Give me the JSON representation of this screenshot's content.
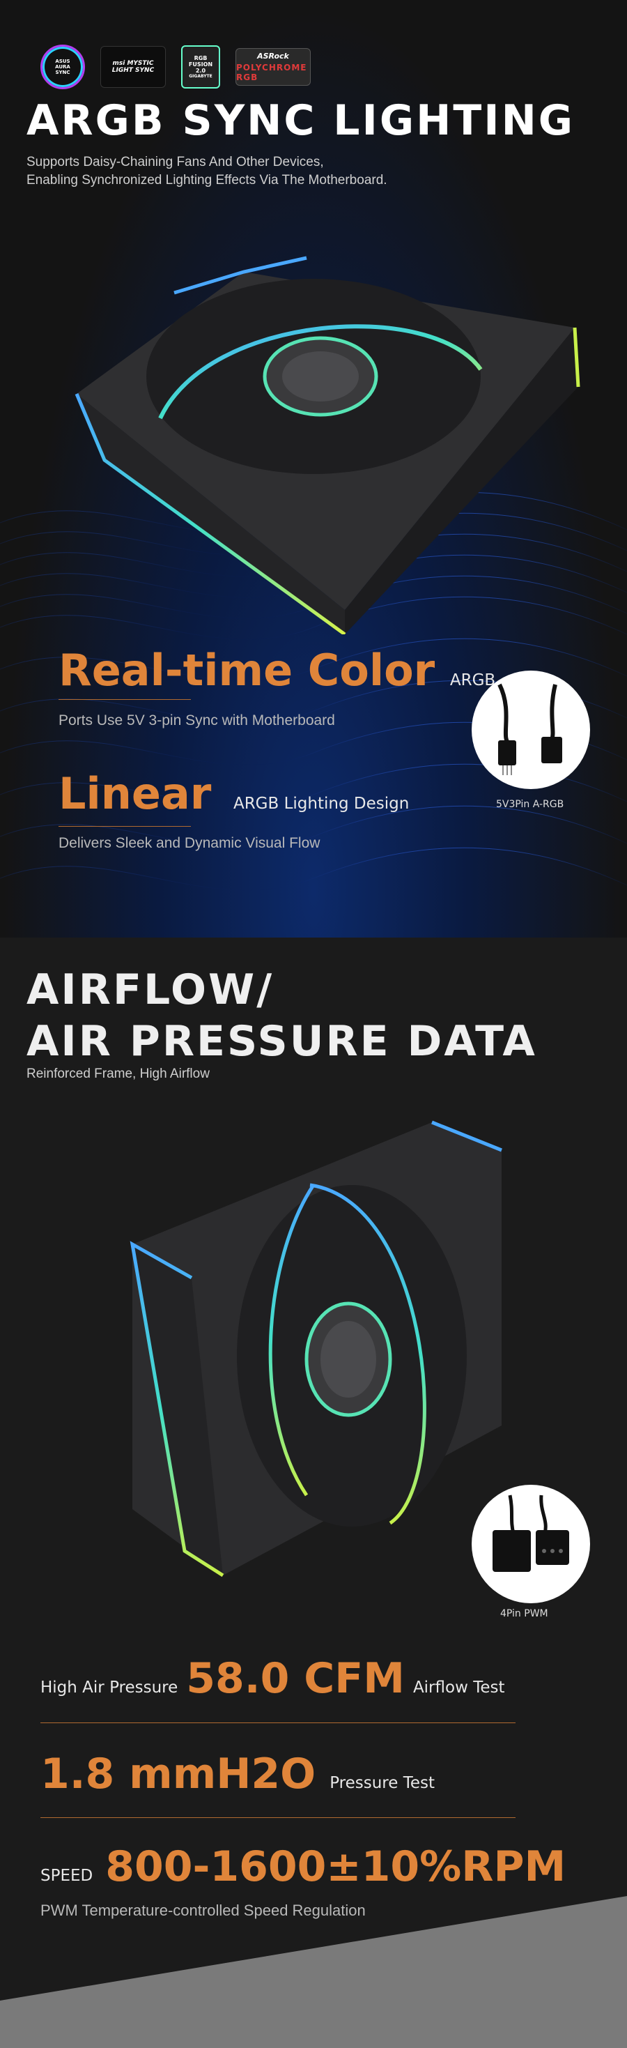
{
  "logos": {
    "aura": "ASUS AURA SYNC",
    "msi": "msi MYSTIC LIGHT SYNC",
    "gigabyte": "RGB FUSION 2.0",
    "gigabyte_brand": "GIGABYTE",
    "asrock_brand": "ASRock",
    "asrock_line": "POLYCHROME RGB"
  },
  "section1": {
    "title": "ARGB SYNC LIGHTING",
    "subtitle_line1": "Supports Daisy-Chaining Fans And Other Devices,",
    "subtitle_line2": "Enabling Synchronized Lighting Effects Via The Motherboard.",
    "realtime_big": "Real-time Color",
    "realtime_small": "ARGB",
    "realtime_desc": "Ports Use 5V 3-pin Sync with Motherboard",
    "linear_big": "Linear",
    "linear_small": "ARGB Lighting Design",
    "linear_desc": "Delivers Sleek and Dynamic Visual Flow",
    "connector_caption": "5V3Pin A-RGB"
  },
  "section2": {
    "title_line1": "AIRFLOW/",
    "title_line2": "AIR PRESSURE DATA",
    "subtitle": "Reinforced Frame, High Airflow",
    "connector_caption": "4Pin PWM",
    "airflow_prefix": "High Air Pressure",
    "airflow_value": "58.0 CFM",
    "airflow_suffix": "Airflow Test",
    "pressure_value": "1.8 mmH2O",
    "pressure_suffix": "Pressure Test",
    "speed_prefix": "SPEED",
    "speed_value": "800-1600±10%RPM",
    "speed_desc": "PWM Temperature-controlled Speed Regulation"
  },
  "colors": {
    "accent_orange": "#e0853a",
    "background": "#1b1b1b",
    "wave_blue": "#1e4fc8"
  }
}
